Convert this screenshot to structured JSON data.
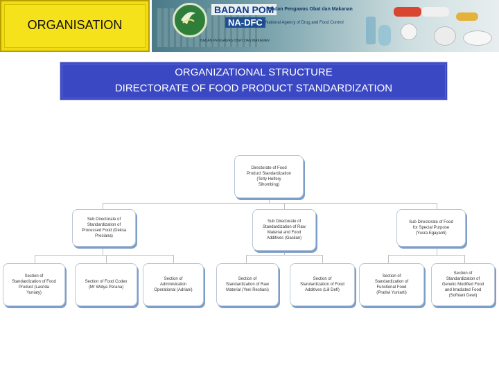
{
  "header": {
    "title": "ORGANISATION",
    "brand_name": "BADAN POM",
    "brand_subtitle": "Badan Pengawas Obat dan Makanan",
    "agency_code": "NA-DFC",
    "agency_subtitle": "The National Agency of Drug and Food Control",
    "photo_caption": "BADAN PENGAWAS OBAT DAN MAKANAN"
  },
  "title": {
    "line1": "ORGANIZATIONAL STRUCTURE",
    "line2": "DIRECTORATE OF FOOD PRODUCT STANDARDIZATION"
  },
  "org": {
    "director": {
      "lines": [
        "Directorate of Food",
        "Product Standardization",
        "(Tetty Helfery",
        "Sihombing)"
      ]
    },
    "subdirectorates": [
      {
        "lines": [
          "Sub Directorate of",
          "Standardization of",
          "Processed Food (Deksa",
          "Presiana)"
        ]
      },
      {
        "lines": [
          "Sub Directorate of",
          "Standardization of Raw",
          "Material and Food",
          "Additives (Gasilan)"
        ]
      },
      {
        "lines": [
          "Sub Directorate of Food",
          "for Special  Purpose",
          "(Yusra Egayanti)"
        ]
      }
    ],
    "sections": [
      {
        "lines": [
          "Section of",
          "Standardization of Food",
          "Product (Lasrida",
          "Yuniaty)"
        ]
      },
      {
        "lines": [
          "Section of Food Codex",
          "(Mr Widya Perana)"
        ]
      },
      {
        "lines": [
          "Section of",
          "Administration",
          "Operational (Adriani)"
        ]
      },
      {
        "lines": [
          "Section of",
          "Standardization of Raw",
          "Material (Yeni Restiani)"
        ]
      },
      {
        "lines": [
          "Section of",
          "Standardization of Food",
          "Additives (Lili Defi)"
        ]
      },
      {
        "lines": [
          "Section of",
          "Standardization of",
          "Functional Food",
          "(Pratiwi Yuniarti)"
        ]
      },
      {
        "lines": [
          "Section of",
          "Standardization of",
          "Genetic Modified Food",
          "and Irradiated Food",
          "(Sofhiani Dewi)"
        ]
      }
    ]
  },
  "colors": {
    "header_yellow": "#f2dc13",
    "title_blue": "#3b48c4",
    "node_shadow": "#7c9fc9"
  }
}
